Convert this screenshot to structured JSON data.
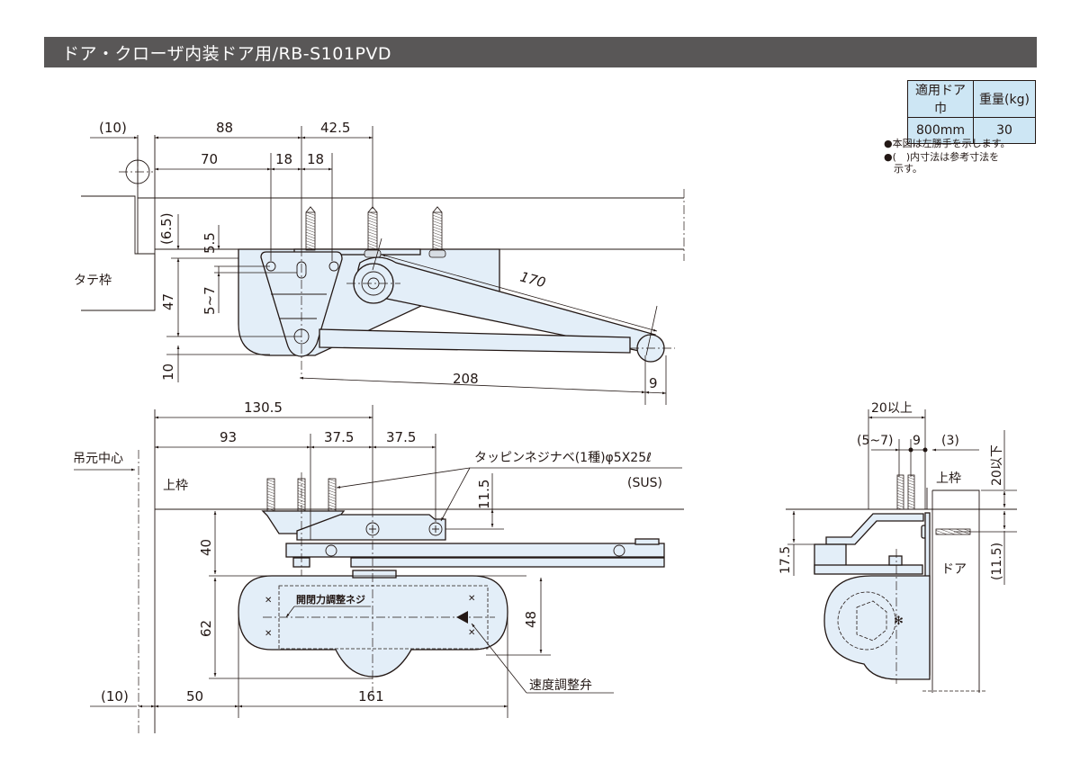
{
  "title": "ドア・クローザ内装ドア用/RB-S101PVD",
  "spec_table": {
    "headers": [
      "適用ドア巾",
      "重量(kg)"
    ],
    "rows": [
      [
        "800mm",
        "30"
      ]
    ]
  },
  "notes": [
    "●本図は左勝手を示します。",
    "●(　)内寸法は参考寸法を",
    "　示す。"
  ],
  "colors": {
    "title_bar": "#595757",
    "part_fill": "#e3eef8",
    "table_fill": "#cde6f4",
    "line": "#231815"
  },
  "top_view": {
    "labels": {
      "frame_vertical": "タテ枠"
    },
    "dims": {
      "d10": "(10)",
      "d88": "88",
      "d42_5": "42.5",
      "d70": "70",
      "d18a": "18",
      "d18b": "18",
      "d6_5": "(6.5)",
      "d5_5": "5.5",
      "d47": "47",
      "d5_7": "5~7",
      "d10v": "10",
      "d170": "170",
      "d208": "208",
      "d9": "9"
    }
  },
  "front_view": {
    "labels": {
      "hinge_center": "吊元中心",
      "top_frame": "上枠",
      "screw_spec": "タッピンネジナベ(1種)φ5X25ℓ",
      "screw_material": "(SUS)",
      "force_screw": "開閉力調整ネジ",
      "speed_valve": "速度調整弁"
    },
    "dims": {
      "d130_5": "130.5",
      "d93": "93",
      "d37_5a": "37.5",
      "d37_5b": "37.5",
      "d11_5": "11.5",
      "d40": "40",
      "d62": "62",
      "d48": "48",
      "d10": "(10)",
      "d50": "50",
      "d161": "161"
    }
  },
  "side_view": {
    "labels": {
      "top_frame": "上枠",
      "door": "ドア"
    },
    "dims": {
      "d20min": "20以上",
      "d5_7": "(5~7)",
      "d9": "9",
      "d3": "(3)",
      "d20max": "20以下",
      "d17_5": "17.5",
      "d11_5": "(11.5)"
    }
  }
}
